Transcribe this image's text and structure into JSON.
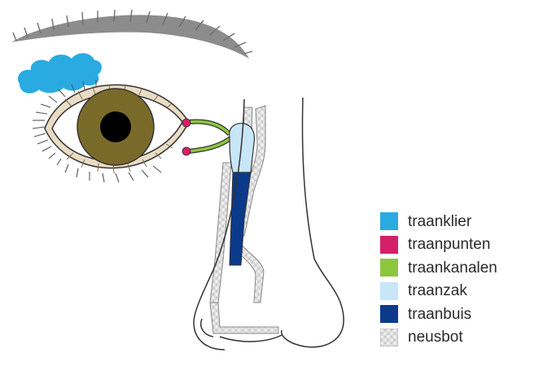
{
  "colors": {
    "traanklier": "#29abe2",
    "traanpunten": "#d61f69",
    "traankanalen": "#8cc63f",
    "traanzak": "#c7e6f7",
    "traanbuis": "#0b3a8a",
    "neusbot": "#d3d3d3",
    "iris": "#7a6a2a",
    "eyelash": "#555555",
    "outline": "#333333"
  },
  "legend": [
    {
      "label": "traanklier",
      "color": "#29abe2",
      "icon": "solid-swatch"
    },
    {
      "label": "traanpunten",
      "color": "#d61f69",
      "icon": "solid-swatch"
    },
    {
      "label": "traankanalen",
      "color": "#8cc63f",
      "icon": "solid-swatch"
    },
    {
      "label": "traanzak",
      "color": "#c7e6f7",
      "icon": "solid-swatch"
    },
    {
      "label": "traanbuis",
      "color": "#0b3a8a",
      "icon": "solid-swatch"
    },
    {
      "label": "neusbot",
      "color": "#d3d3d3",
      "icon": "textured-bone-swatch"
    }
  ]
}
